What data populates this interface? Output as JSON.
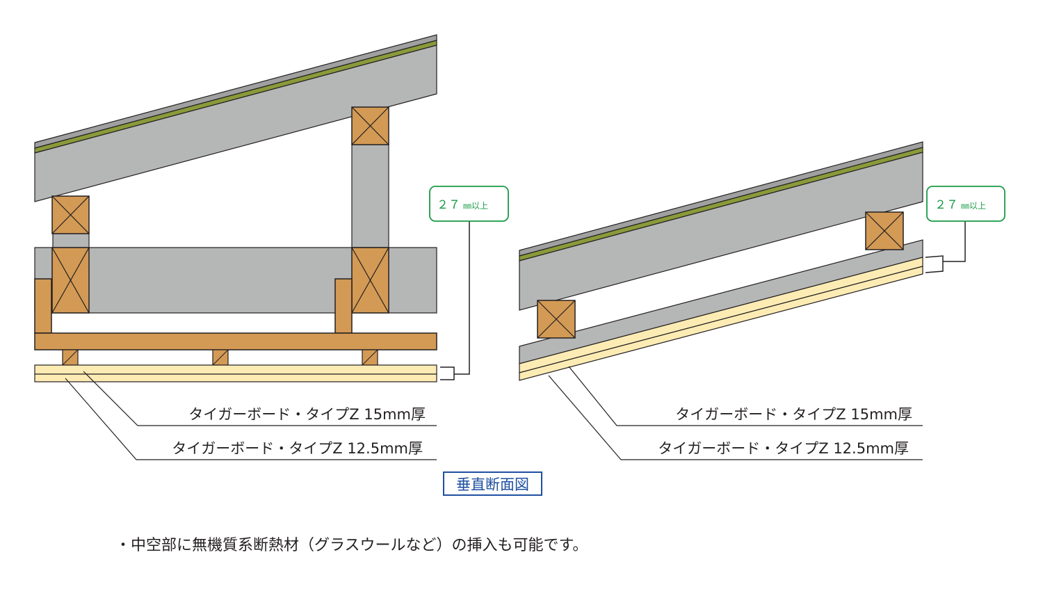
{
  "left_diagram": {
    "dimension_label": "２７",
    "dimension_unit": "㎜以上",
    "label_upper": "タイガーボード・タイプZ  15mm厚",
    "label_lower": "タイガーボード・タイプZ  12.5mm厚"
  },
  "right_diagram": {
    "dimension_label": "２７",
    "dimension_unit": "㎜以上",
    "label_upper": "タイガーボード・タイプZ  15mm厚",
    "label_lower": "タイガーボード・タイプZ  12.5mm厚"
  },
  "caption": "垂直断面図",
  "note": "・中空部に無機質系断熱材（グラスウールなど）の挿入も可能です。",
  "colors": {
    "gray_fill": "#b5b6b6",
    "wood": "#d39a55",
    "board": "#fcecb4",
    "green_line": "#8a9a3a",
    "dim_green": "#1a9a45",
    "caption_blue": "#1e4fa0"
  }
}
